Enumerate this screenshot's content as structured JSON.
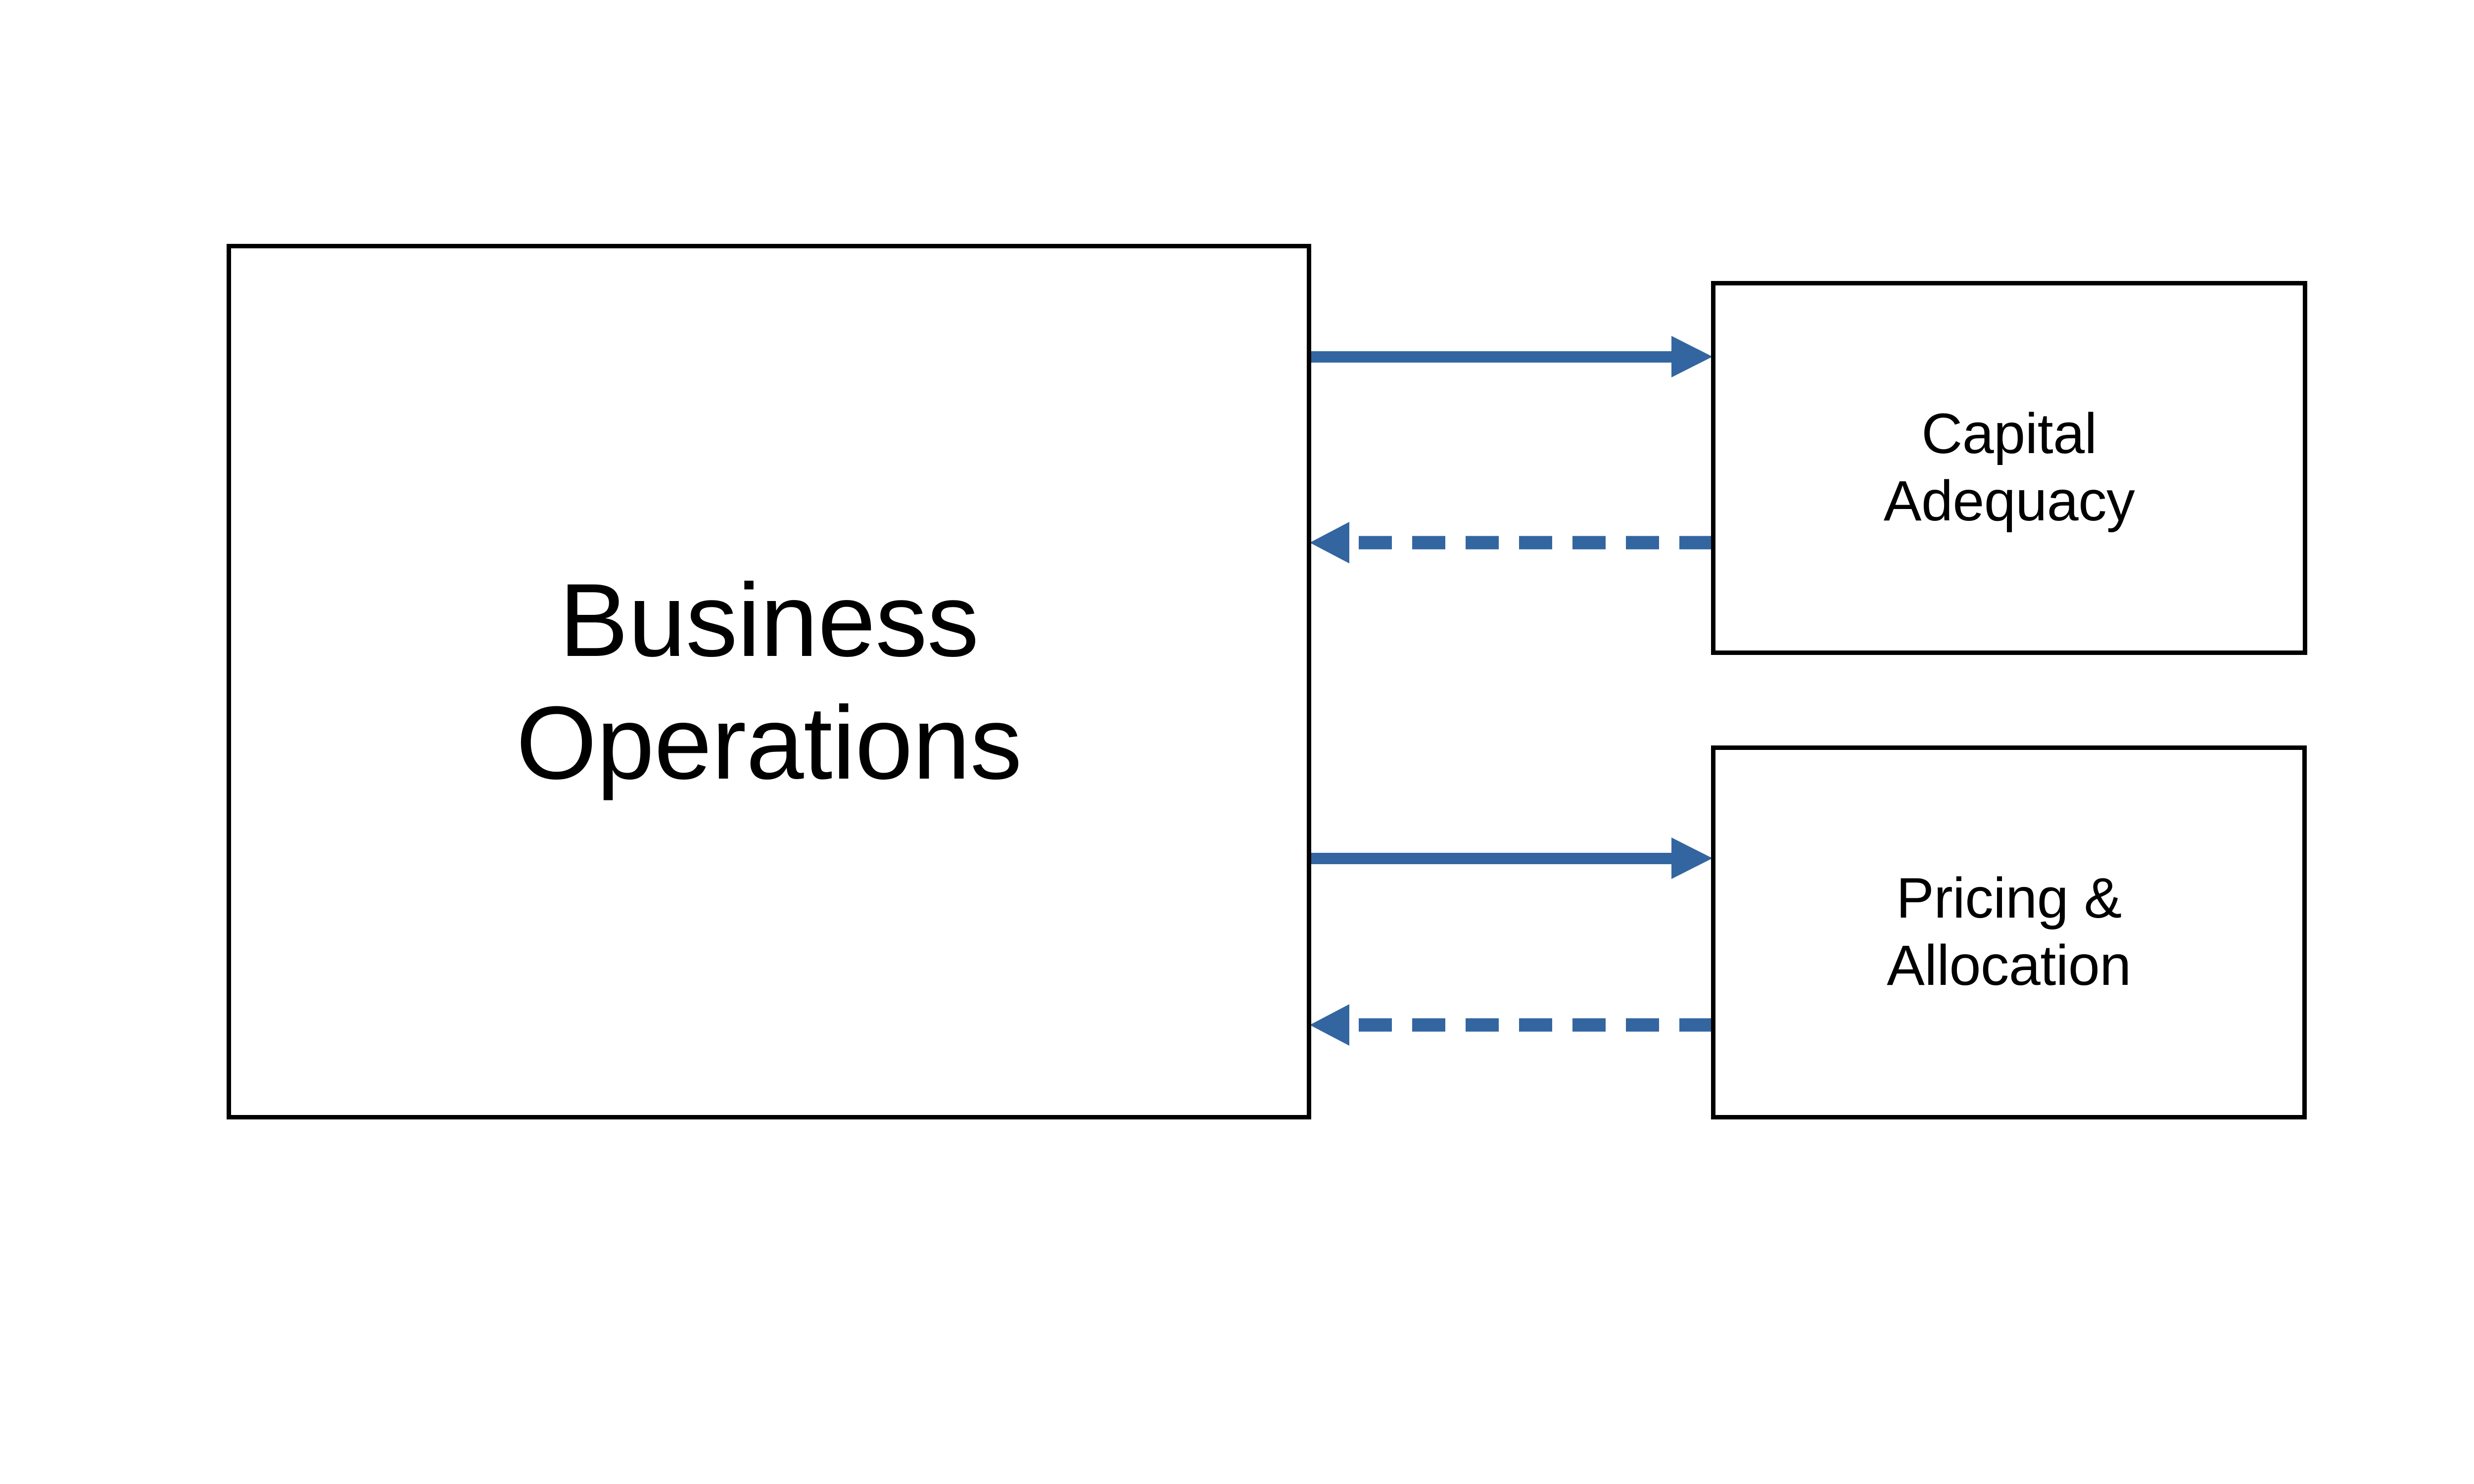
{
  "diagram": {
    "title": "Business Operations feedback loop with Capital Adequacy and Pricing & Allocation",
    "background_color": "#FFFFFF",
    "node_border_color": "#000000",
    "node_fill_color": "#FFFFFF",
    "connector_color": "#3366A0",
    "nodes": [
      {
        "id": "business-operations",
        "label": "Business\nOperations",
        "line1": "Business",
        "line2": "Operations"
      },
      {
        "id": "capital-adequacy",
        "label": "Capital\nAdequacy",
        "line1": "Capital",
        "line2": "Adequacy"
      },
      {
        "id": "pricing-allocation",
        "label": "Pricing &\nAllocation",
        "line1": "Pricing &",
        "line2": "Allocation"
      }
    ],
    "connectors": [
      {
        "id": "ops-to-capital",
        "from": "business-operations",
        "to": "capital-adequacy",
        "style": "solid",
        "direction": "right",
        "color": "#3366A0"
      },
      {
        "id": "capital-to-ops",
        "from": "capital-adequacy",
        "to": "business-operations",
        "style": "dashed",
        "direction": "left",
        "color": "#3366A0"
      },
      {
        "id": "ops-to-pricing",
        "from": "business-operations",
        "to": "pricing-allocation",
        "style": "solid",
        "direction": "right",
        "color": "#3366A0"
      },
      {
        "id": "pricing-to-ops",
        "from": "pricing-allocation",
        "to": "business-operations",
        "style": "dashed",
        "direction": "left",
        "color": "#3366A0"
      }
    ]
  }
}
